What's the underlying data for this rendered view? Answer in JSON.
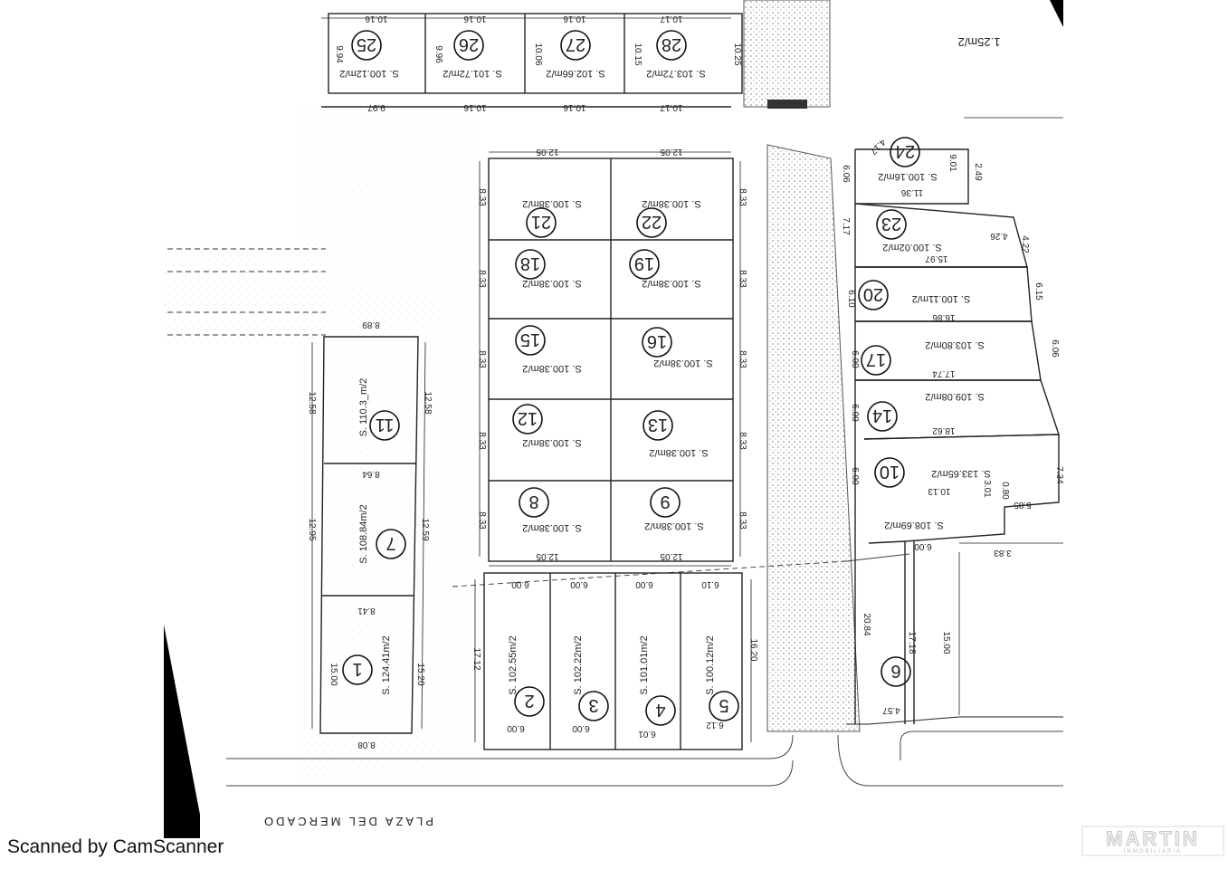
{
  "plan": {
    "street_label": "PLAZA DEL MERCADO",
    "area_top_right": "1.25m/2",
    "lots": [
      {
        "id": "25",
        "area": "S. 100.12m/2"
      },
      {
        "id": "26",
        "area": "S. 101.72m/2"
      },
      {
        "id": "27",
        "area": "S. 102.66m/2"
      },
      {
        "id": "28",
        "area": "S. 103.72m/2"
      },
      {
        "id": "24",
        "area": "S. 100.16m/2"
      },
      {
        "id": "23",
        "area": "S. 100.02m/2"
      },
      {
        "id": "21",
        "area": "S. 100.38m/2"
      },
      {
        "id": "22",
        "area": "S. 100.38m/2"
      },
      {
        "id": "18",
        "area": "S. 100.38m/2"
      },
      {
        "id": "19",
        "area": "S. 100.38m/2"
      },
      {
        "id": "20",
        "area": "S. 100.11m/2"
      },
      {
        "id": "15",
        "area": "S. 100.38m/2"
      },
      {
        "id": "16",
        "area": "S. 100.38m/2"
      },
      {
        "id": "17",
        "area": "S. 103.80m/2"
      },
      {
        "id": "12",
        "area": "S. 100.38m/2"
      },
      {
        "id": "13",
        "area": "S. 100.38m/2"
      },
      {
        "id": "14",
        "area": "S. 109.08m/2"
      },
      {
        "id": "11",
        "area": "S. 110.3_m/2"
      },
      {
        "id": "10",
        "area": "S. 133.65m/2"
      },
      {
        "id": "8",
        "area": "S. 100.38m/2"
      },
      {
        "id": "9",
        "area": "S. 100.38m/2"
      },
      {
        "id": "7",
        "area": "S. 108.84m/2"
      },
      {
        "id": "6",
        "area": "S. 108.69m/2"
      },
      {
        "id": "1",
        "area": "S. 124.41m/2"
      },
      {
        "id": "2",
        "area": "S. 102.55m/2"
      },
      {
        "id": "3",
        "area": "S. 102.22m/2"
      },
      {
        "id": "4",
        "area": "S. 101.01m/2"
      },
      {
        "id": "5",
        "area": "S. 100.12m/2"
      }
    ],
    "dims": {
      "top_row_top": [
        "10.16",
        "10.16",
        "10.16",
        "10.17"
      ],
      "top_row_side": [
        "9.94",
        "9.96",
        "10.06",
        "10.15",
        "10.25"
      ],
      "top_row_bottom": [
        "9.97",
        "10.16",
        "10.16",
        "10.17"
      ],
      "block_width": "12.05",
      "block_height": "8.33",
      "left_top": "8.89",
      "left_mid1": "8.64",
      "left_mid2": "8.41",
      "left_bottom": "8.08",
      "lot11_h_left": "12.58",
      "lot11_h_right": "12.58",
      "lot7_h_left": "12.95",
      "lot7_h_right": "12.59",
      "lot1_h_left": "15.00",
      "lot1_h_right": "15.20",
      "bottom_w": [
        "6.00",
        "6.00",
        "6.00",
        "6.10"
      ],
      "bottom_w2": [
        "6.00",
        "6.00",
        "6.01",
        "6.12"
      ],
      "bottom_h_left": "17.12",
      "bottom_h_right": "16.20",
      "right_side": [
        "6.06",
        "7.17",
        "6.10",
        "6.00",
        "6.00",
        "6.00"
      ],
      "right_widths": [
        "11.36",
        "15.97",
        "16.86",
        "17.74",
        "18.62",
        "10.13"
      ],
      "right_misc": [
        "9.01",
        "2.49",
        "4.17",
        "4.26",
        "4.22",
        "6.15",
        "6.06",
        "7.34",
        "3.01",
        "0.80",
        "5.85",
        "3.83",
        "6.00",
        "20.84",
        "17.18",
        "15.00",
        "4.57"
      ]
    }
  },
  "footer": {
    "scanner": "Scanned by CamScanner"
  },
  "watermark": {
    "brand": "MARTIN",
    "sub": "INMOBILIARIA"
  }
}
